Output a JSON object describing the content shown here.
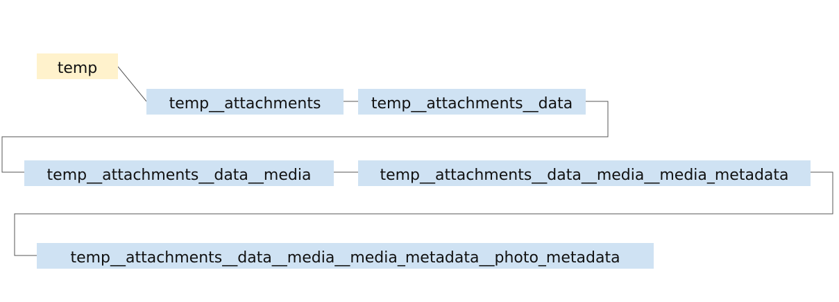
{
  "diagram": {
    "colors": {
      "root_fill": "#fff2cc",
      "child_fill": "#cfe2f3",
      "connector": "#555555"
    },
    "nodes": [
      {
        "id": "n0",
        "label": "temp",
        "kind": "root"
      },
      {
        "id": "n1",
        "label": "temp__attachments",
        "kind": "child"
      },
      {
        "id": "n2",
        "label": "temp__attachments__data",
        "kind": "child"
      },
      {
        "id": "n3",
        "label": "temp__attachments__data__media",
        "kind": "child"
      },
      {
        "id": "n4",
        "label": "temp__attachments__data__media__media_metadata",
        "kind": "child"
      },
      {
        "id": "n5",
        "label": "temp__attachments__data__media__media_metadata__photo_metadata",
        "kind": "child"
      }
    ],
    "edges": [
      {
        "from": "n0",
        "to": "n1"
      },
      {
        "from": "n1",
        "to": "n2"
      },
      {
        "from": "n2",
        "to": "n3"
      },
      {
        "from": "n3",
        "to": "n4"
      },
      {
        "from": "n4",
        "to": "n5"
      }
    ]
  }
}
